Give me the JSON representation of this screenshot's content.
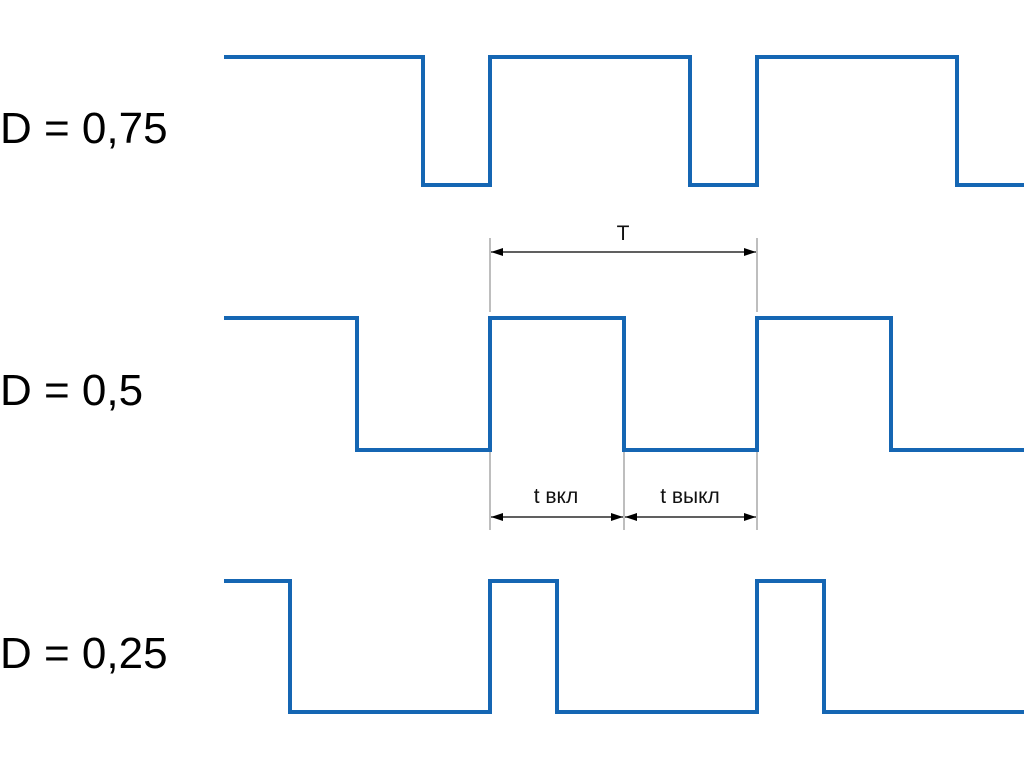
{
  "waveforms": [
    {
      "label": "D = 0,75",
      "duty": 0.75
    },
    {
      "label": "D = 0,5",
      "duty": 0.5
    },
    {
      "label": "D = 0,25",
      "duty": 0.25
    }
  ],
  "annotations": {
    "period": "T",
    "t_on": "t вкл",
    "t_off": "t выкл"
  },
  "colors": {
    "signal": "#1566b3",
    "dimension": "#9a9a9a"
  }
}
